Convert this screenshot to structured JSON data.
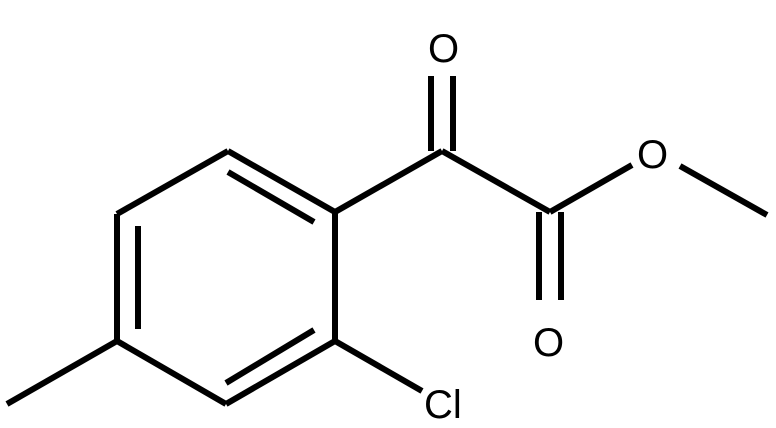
{
  "molecule": {
    "atoms": {
      "oxygen_ketone": "O",
      "oxygen_ether": "O",
      "oxygen_carbonyl": "O",
      "chlorine": "Cl"
    },
    "colors": {
      "bond": "#000000",
      "label": "#000000",
      "background": "#ffffff"
    }
  }
}
